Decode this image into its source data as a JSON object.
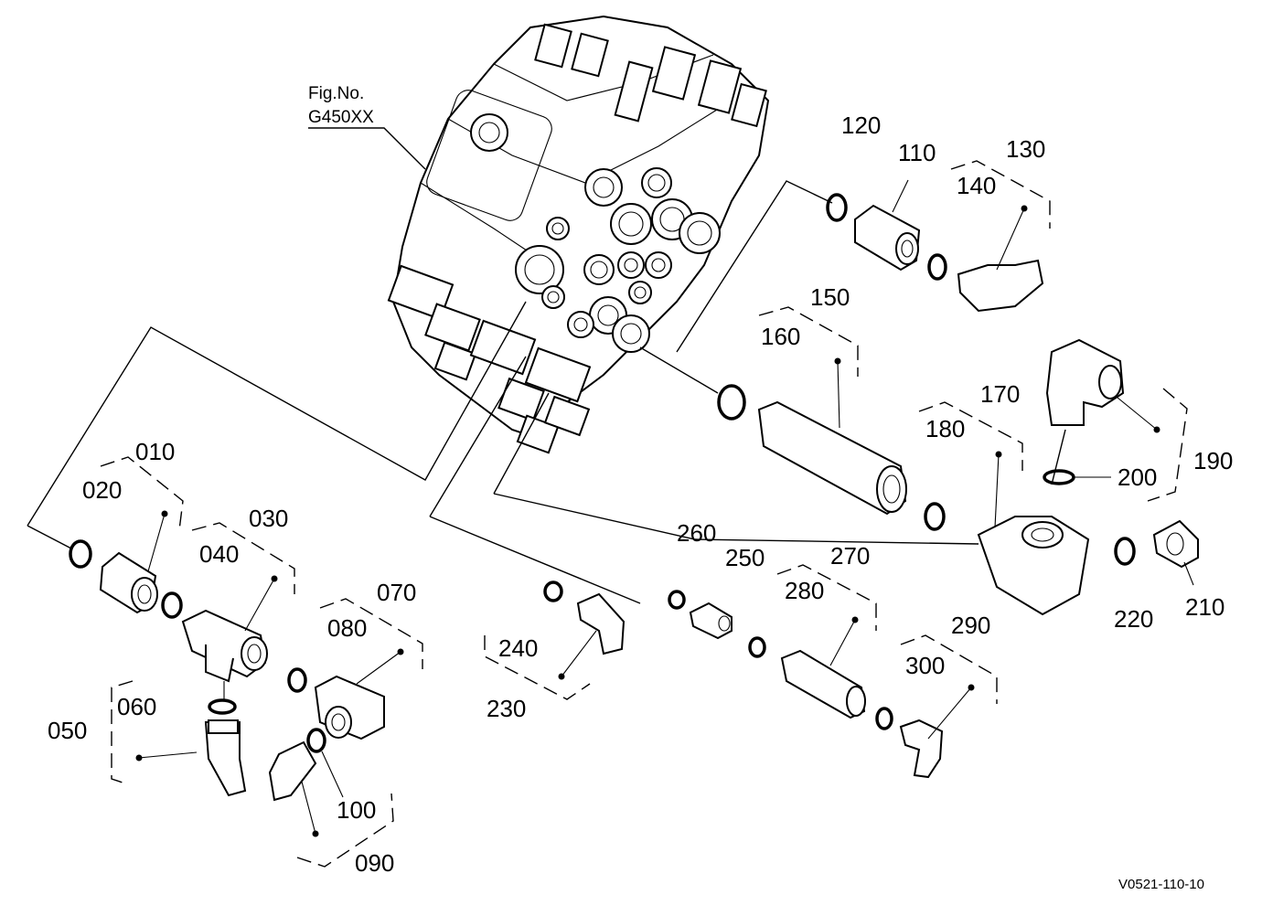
{
  "figure": {
    "ref_line1": "Fig.No.",
    "ref_line2": "G450XX"
  },
  "drawing_code": "V0521-110-10",
  "labels": {
    "p010": "010",
    "p020": "020",
    "p030": "030",
    "p040": "040",
    "p050": "050",
    "p060": "060",
    "p070": "070",
    "p080": "080",
    "p090": "090",
    "p100": "100",
    "p110": "110",
    "p120": "120",
    "p130": "130",
    "p140": "140",
    "p150": "150",
    "p160": "160",
    "p170": "170",
    "p180": "180",
    "p190": "190",
    "p200": "200",
    "p210": "210",
    "p220": "220",
    "p230": "230",
    "p240": "240",
    "p250": "250",
    "p260": "260",
    "p270": "270",
    "p280": "280",
    "p290": "290",
    "p300": "300"
  }
}
